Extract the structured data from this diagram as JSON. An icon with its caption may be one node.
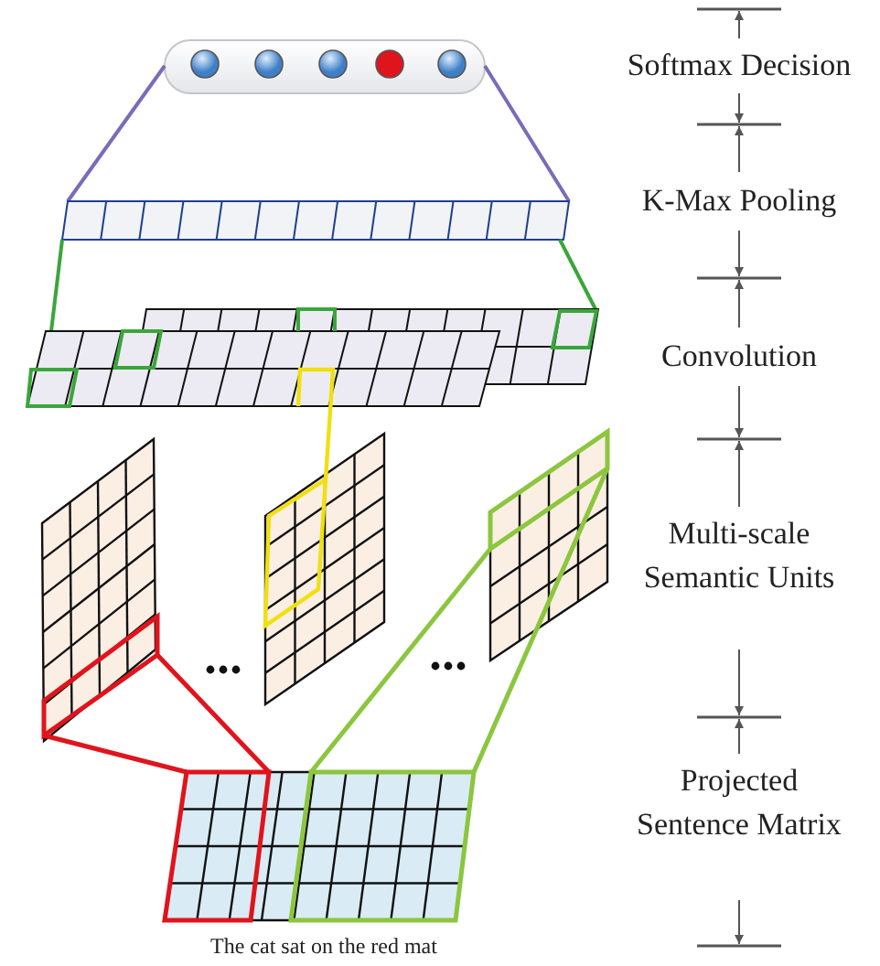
{
  "diagram": {
    "labels": [
      "Softmax Decision",
      "K-Max Pooling",
      "Convolution",
      "Multi-scale Semantic Units",
      "Projected Sentence Matrix",
      "The cat sat on the red mat"
    ]
  }
}
